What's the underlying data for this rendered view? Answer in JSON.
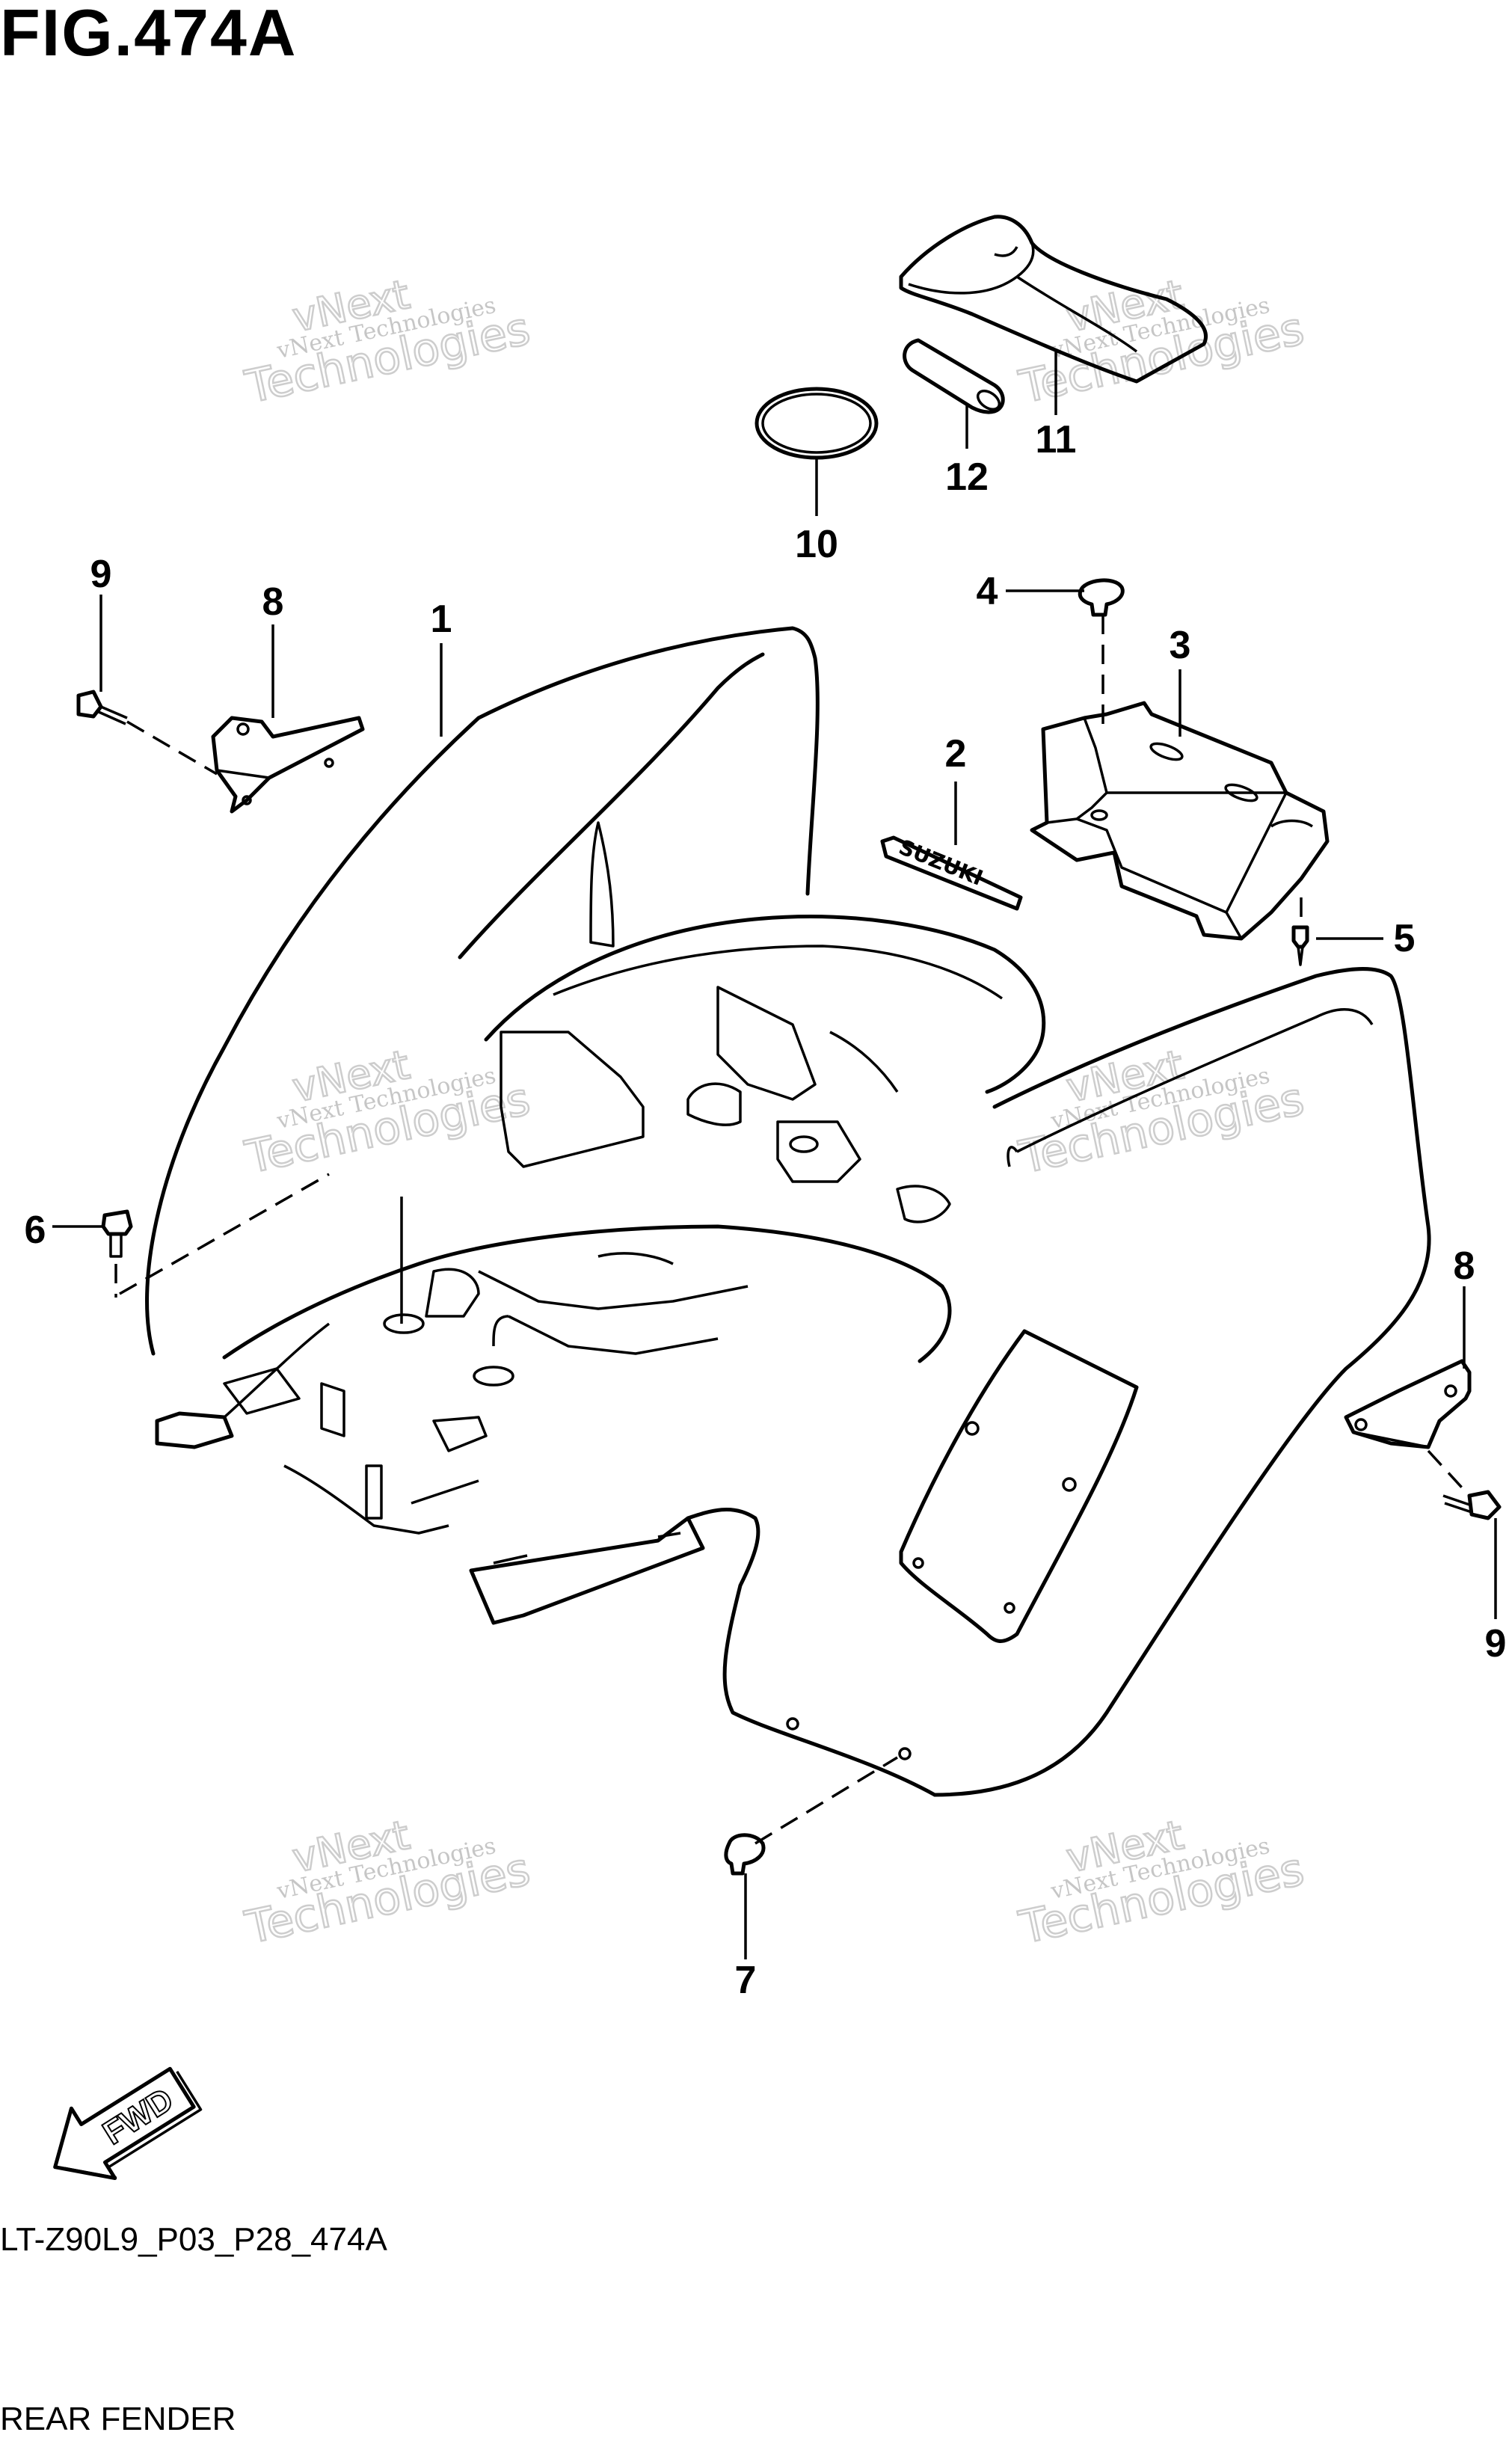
{
  "figure": {
    "title": "FIG.474A",
    "code": "LT-Z90L9_P03_P28_474A",
    "caption": "REAR FENDER",
    "direction_label": "FWD",
    "emblem_text": "SUZUKI"
  },
  "watermark": {
    "line1": "vNext Technologies",
    "line2": "vNext",
    "line3": "Technologies"
  },
  "callouts": [
    {
      "id": "1",
      "label": "1"
    },
    {
      "id": "2",
      "label": "2"
    },
    {
      "id": "3",
      "label": "3"
    },
    {
      "id": "4",
      "label": "4"
    },
    {
      "id": "5",
      "label": "5"
    },
    {
      "id": "6",
      "label": "6"
    },
    {
      "id": "7",
      "label": "7"
    },
    {
      "id": "8a",
      "label": "8"
    },
    {
      "id": "8b",
      "label": "8"
    },
    {
      "id": "9a",
      "label": "9"
    },
    {
      "id": "9b",
      "label": "9"
    },
    {
      "id": "10",
      "label": "10"
    },
    {
      "id": "11",
      "label": "11"
    },
    {
      "id": "12",
      "label": "12"
    }
  ]
}
